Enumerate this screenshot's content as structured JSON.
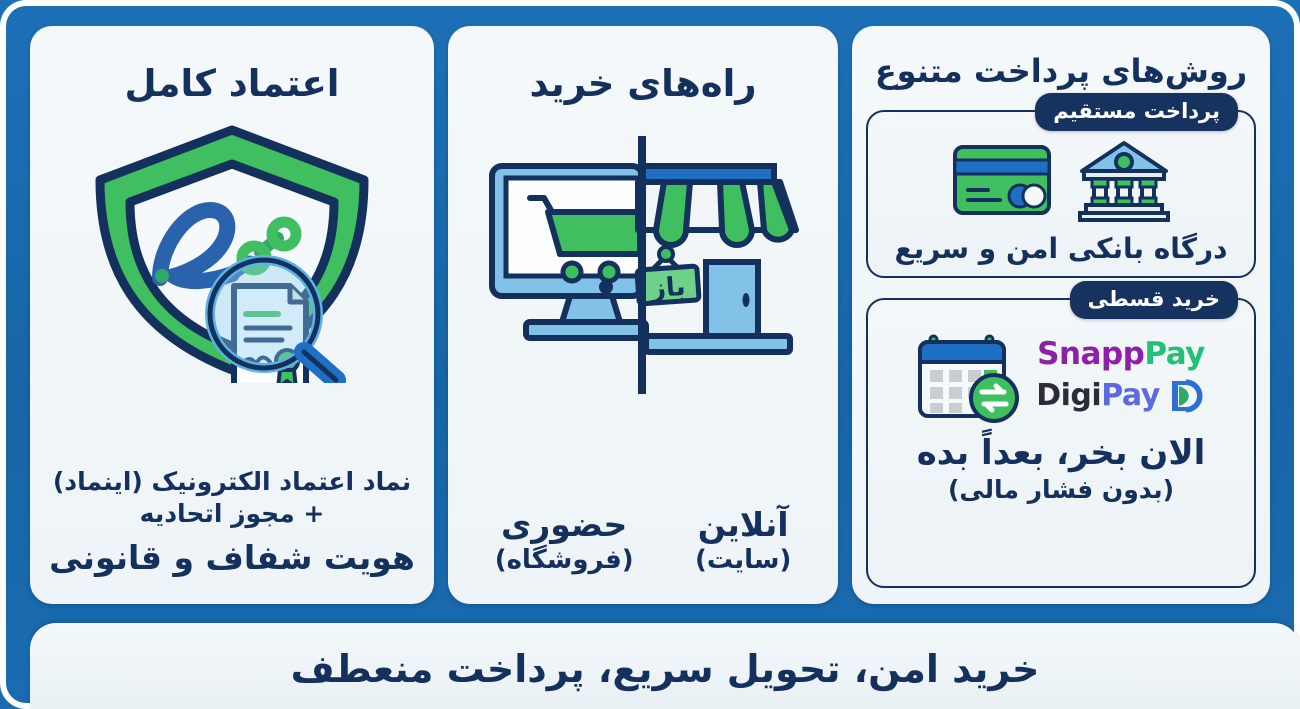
{
  "theme": {
    "background_blue": "#1a6bb0",
    "card_bg": "#f1f6f9",
    "navy": "#14305c",
    "green": "#3fbf5f",
    "light_blue": "#82c2e8",
    "badge_bg": "#16325e"
  },
  "cards": [
    {
      "id": "trust",
      "title": "اعتماد کامل",
      "icon": "enamad-shield-icon",
      "caption_small": "نماد اعتماد الکترونیک (اینماد)\n+ مجوز اتحادیه",
      "caption_small_line1": "نماد اعتماد الکترونیک (اینماد)",
      "caption_small_line2": "+ مجوز اتحادیه",
      "caption_large": "هویت شفاف و قانونی"
    },
    {
      "id": "buy-ways",
      "title": "راه‌های خرید",
      "icon": "monitor-storefront-icon",
      "shop_sign": "باز",
      "options": [
        {
          "main": "حضوری",
          "sub": "(فروشگاه)"
        },
        {
          "main": "آنلاین",
          "sub": "(سایت)"
        }
      ]
    },
    {
      "id": "payment-methods",
      "title": "روش‌های پرداخت متنوع",
      "sections": [
        {
          "badge": "پرداخت مستقیم",
          "icons": [
            "bank-building-icon",
            "credit-card-icon"
          ],
          "caption": "درگاه بانکی امن و سریع"
        },
        {
          "badge": "خرید قسطی",
          "icons": [
            "calendar-installment-icon"
          ],
          "logos": [
            {
              "name": "snapppay-logo",
              "part1": "Snapp",
              "part2": "Pay",
              "color1": "#8d1fa8",
              "color2": "#21c275"
            },
            {
              "name": "digipay-logo",
              "part1": "Digi",
              "part2": "Pay",
              "color1": "#2b2b3a",
              "color2": "#5b6ae0"
            }
          ],
          "caption_big": "الان بخر، بعداً بده",
          "caption_small": "(بدون فشار مالی)"
        }
      ]
    }
  ],
  "banner": {
    "text": "خرید امن، تحویل سریع، پرداخت منعطف"
  }
}
